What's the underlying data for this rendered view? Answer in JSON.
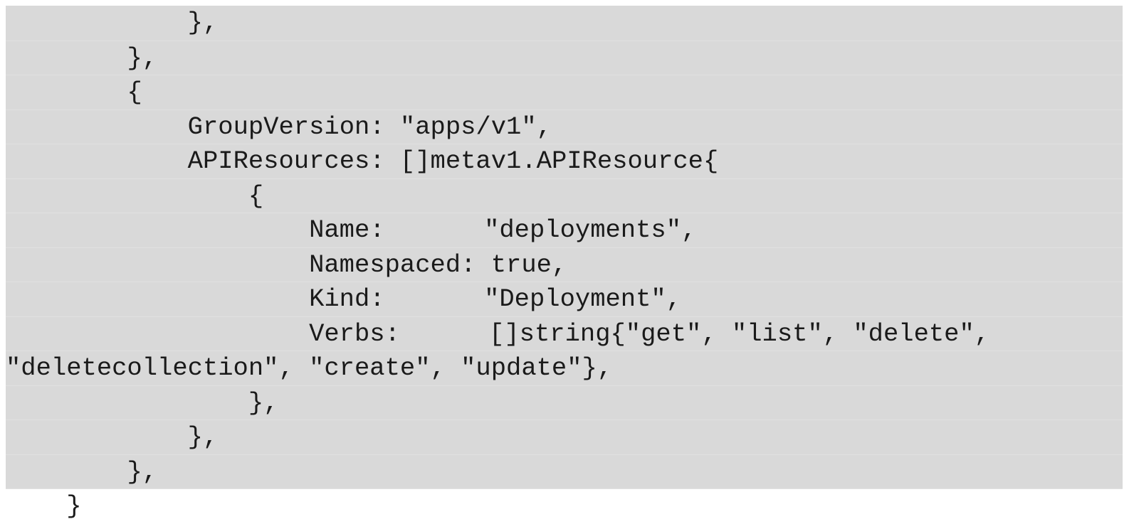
{
  "code_block": {
    "background": "#d9d9d9",
    "text_color": "#1a1a1a",
    "lines": [
      {
        "indent": "            ",
        "text": "},"
      },
      {
        "indent": "        ",
        "text": "},"
      },
      {
        "indent": "        ",
        "text": "{"
      },
      {
        "indent": "            ",
        "text": "GroupVersion: \"apps/v1\","
      },
      {
        "indent": "            ",
        "text": "APIResources: []metav1.APIResource{"
      },
      {
        "indent": "                ",
        "text": "{"
      },
      {
        "indent": "                    ",
        "key": "Name:",
        "value": "\"deployments\","
      },
      {
        "indent": "                    ",
        "key": "Namespaced:",
        "value": " true,"
      },
      {
        "indent": "                    ",
        "key": "Kind:",
        "value": "\"Deployment\","
      },
      {
        "indent": "                    ",
        "key": "Verbs:",
        "value": "[]string{\"get\", \"list\", \"delete\","
      },
      {
        "indent": "",
        "text": "\"deletecollection\", \"create\", \"update\"},"
      },
      {
        "indent": "                ",
        "text": "},"
      },
      {
        "indent": "            ",
        "text": "},"
      },
      {
        "indent": "        ",
        "text": "},"
      },
      {
        "indent": "    ",
        "text": "}"
      }
    ]
  }
}
